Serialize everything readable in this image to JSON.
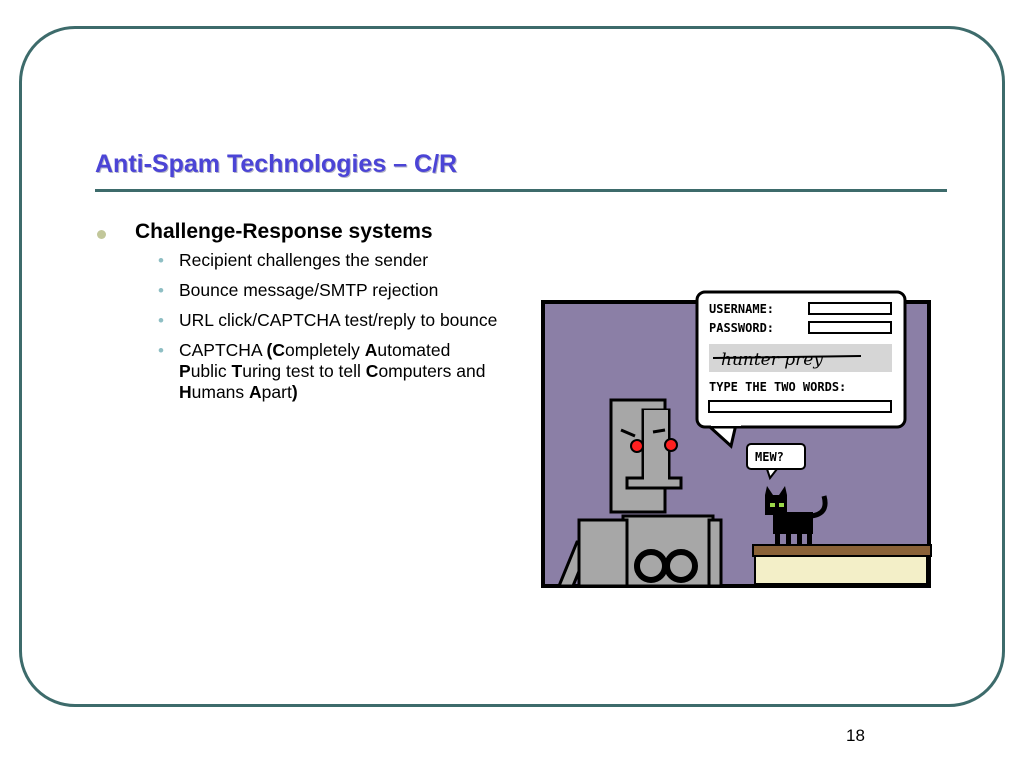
{
  "slide": {
    "title": "Anti-Spam Technologies – C/R",
    "page_number": "18",
    "bullet": "Challenge-Response systems",
    "sub_bullets": {
      "b1": "Recipient challenges the sender",
      "b2": "Bounce message/SMTP rejection",
      "b3": "URL click/CAPTCHA test/reply to bounce",
      "b4": {
        "t1": "CAPTCHA ",
        "t2": "(C",
        "t3": "ompletely ",
        "t4": "A",
        "t5": "utomated ",
        "t6": "P",
        "t7": "ublic ",
        "t8": "T",
        "t9": "uring test to tell ",
        "t10": "C",
        "t11": "omputers and ",
        "t12": "H",
        "t13": "umans ",
        "t14": "A",
        "t15": "part",
        "t16": ")"
      }
    }
  },
  "comic": {
    "username_label": "USERNAME:",
    "password_label": "PASSWORD:",
    "captcha_words": "hunter prey",
    "instruction": "TYPE THE TWO WORDS:",
    "cat_speech": "MEW?"
  },
  "colors": {
    "title": "#4b44d6",
    "frame": "#3d6b6b",
    "comic_background": "#8b7fa6",
    "robot": "#a7a7a7",
    "robot_eyes": "#ff2020"
  }
}
